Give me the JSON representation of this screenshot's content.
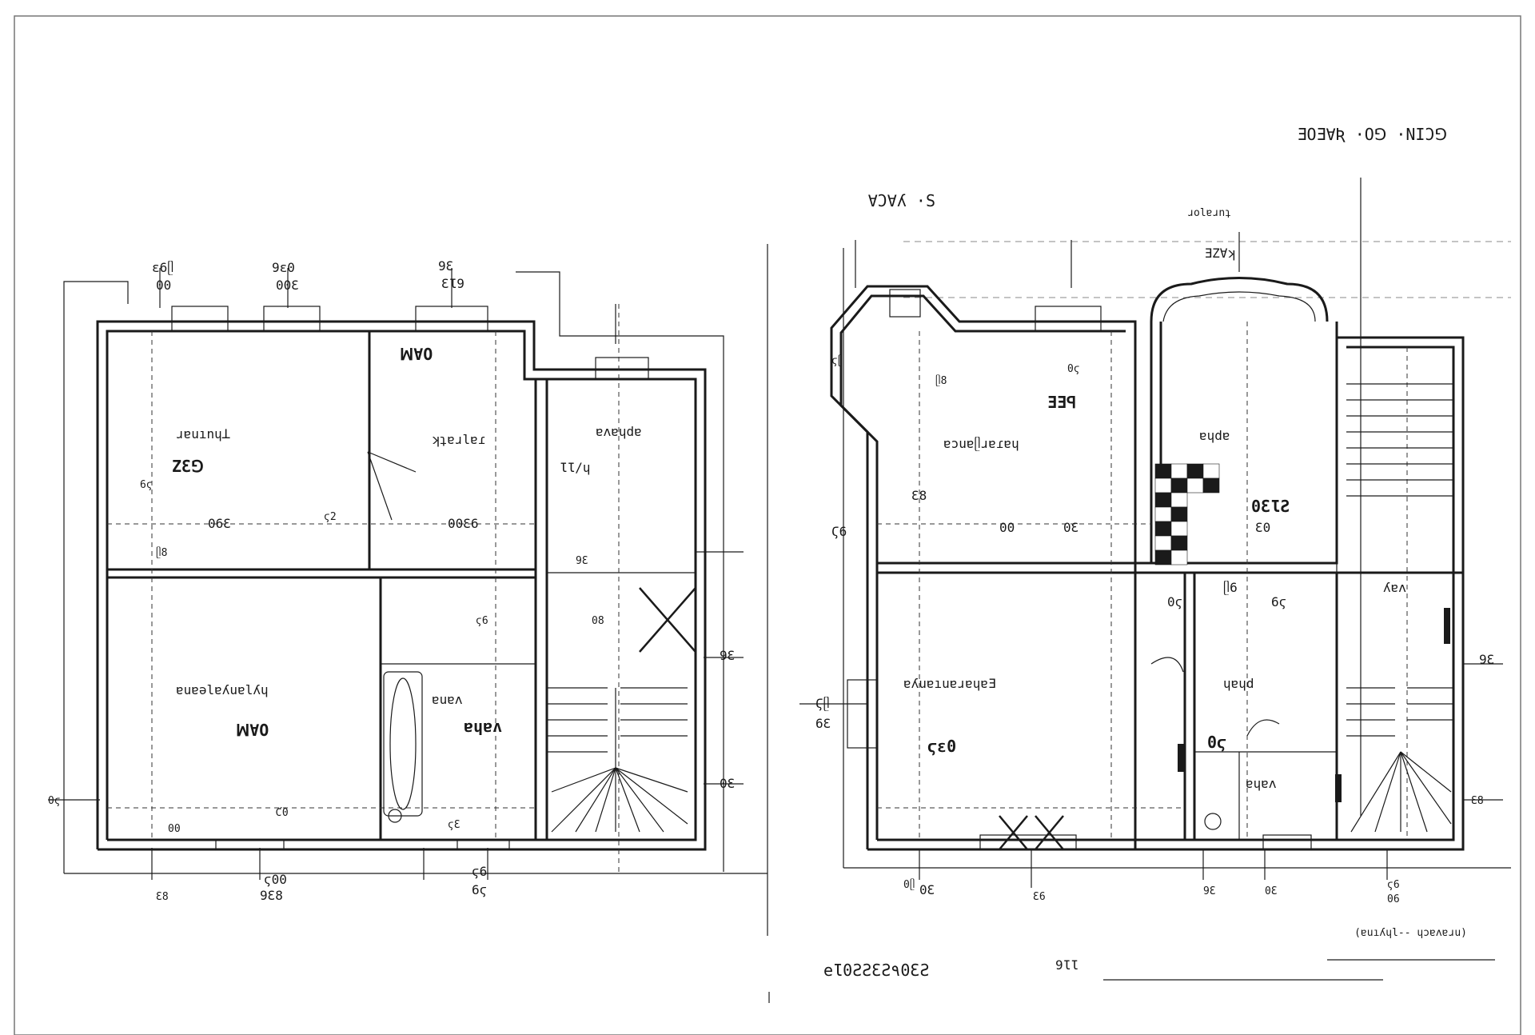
{
  "sheet": {
    "title_right": "ƎOƎ∀Ʀ ·O⅁ ·NIƆ⅁",
    "label_right_top": "∀Ɔ∀ʎ ·S",
    "bottom_note": "eƖ0ƧƧƐƧ٩0ƐƧ",
    "bottom_note_small": "9ƖƖ",
    "signature_note": "(ɐuıʎɥl-- ɥɔɐʌɐɹu)",
    "top_right_note": "ɹolɐɹnʇ",
    "top_right_arrow": "ƎZ∀ʞ"
  },
  "left_plan": {
    "room_labels": [
      {
        "id": "room-tl",
        "text": "ɹɐuınɥꓕ",
        "sub": "ZƐ⅁"
      },
      {
        "id": "room-tm",
        "text": "ʞʇɐɹlɐɾ",
        "sub": "ꟽ∀O"
      },
      {
        "id": "room-tr",
        "text": "ɐʌɐɥdɐ",
        "sub": "ƖƖ/ɥ"
      },
      {
        "id": "room-bl",
        "text": "ɐuɐǝlɐʎuɐlʎɥ",
        "sub": "ꟽ∀O"
      },
      {
        "id": "room-bm",
        "text": "ɐuɐʌ",
        "sub": "ɐɥɐʌ"
      }
    ],
    "dimensions": [
      "ɛ6ᥫ",
      "00",
      "9ɛ0",
      "00Ɛ",
      "9Ɛ",
      "ƐƖ9",
      "06Ɛ",
      "00Ɛ6",
      "ϛ00",
      "9Ɛ8",
      "ϛ6",
      "6ϛ",
      "9Ɛ",
      "0Ɛ"
    ],
    "small_numbers": [
      "ᥫ8",
      "6ϛ",
      "ϛ2",
      "ϛ6",
      "Ƈ0",
      "ϛƐ",
      "9Ɛ",
      "08",
      "00",
      "0ϛ",
      "Ɛ8"
    ]
  },
  "right_plan": {
    "room_labels": [
      {
        "id": "room-r-tl",
        "text": "ɐɔuɐᥫɹɐɾɐɥ",
        "sub": "ƎƎꟼ"
      },
      {
        "id": "room-r-tm",
        "text": "ɐɥdɐ",
        "sub": "0ƐƖƧ"
      },
      {
        "id": "room-r-bl",
        "text": "ɐʎuɐıuɐɹɐɥɐƎ",
        "sub": "ϛɛ0"
      },
      {
        "id": "room-r-bm",
        "text": "ɥɐɥd",
        "sub": "0ϛ"
      },
      {
        "id": "room-r-br",
        "text": "ɐɥɐʌ",
        "sub": "ʎɐʌ"
      }
    ],
    "dimensions": [
      "Ϛ6",
      "00",
      "0Ɛ",
      "Ɛ8",
      "ᥫ6",
      "6Ɛ",
      "Ϛᥫ",
      "Ɛ0",
      "0ϛ",
      "6ϛ",
      "9Ɛ",
      "0Ɛ"
    ],
    "small_numbers": [
      "ϛᥫ",
      "ᥫ8",
      "0ϛ",
      "0ᥫ",
      "Ɛ6",
      "9Ɛ",
      "0Ɛ",
      "ϛ6",
      "06",
      "Ɛ8"
    ]
  }
}
